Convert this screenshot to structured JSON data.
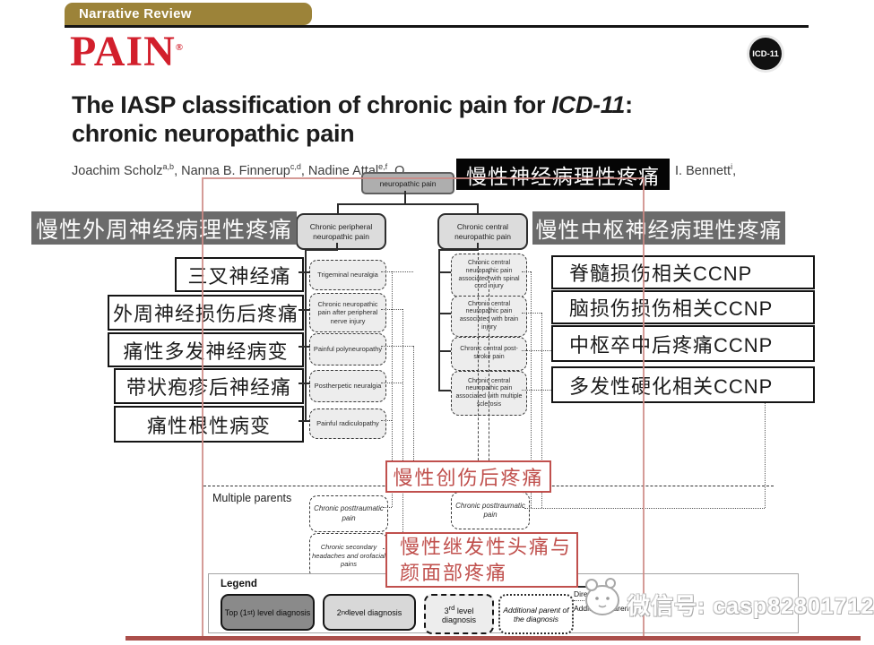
{
  "banner": {
    "label": "Narrative Review"
  },
  "masthead": {
    "journal": "PAIN",
    "registered_mark": "®",
    "badge": "ICD-11"
  },
  "title": {
    "prefix": "The IASP classification of chronic pain for ",
    "italic": "ICD-11",
    "suffix": ":",
    "line2": "chronic neuropathic pain"
  },
  "authors": {
    "a1": {
      "name": "Joachim Scholz",
      "sup": "a,b"
    },
    "a2": {
      "name": ", Nanna B. Finnerup",
      "sup": "c,d"
    },
    "a3": {
      "name": ", Nadine Attal",
      "sup": "e,f"
    },
    "a4": {
      "name": ", Q"
    },
    "a5": {
      "name": "I. Bennett",
      "sup": "i",
      "tail": ","
    }
  },
  "overlays": {
    "root_label": "慢性神经病理性疼痛",
    "left_label": "慢性外周神经病理性疼痛",
    "right_label": "慢性中枢神经病理性疼痛",
    "red_posttraumatic": "慢性创伤后疼痛",
    "red_headache_line1": "慢性继发性头痛与",
    "red_headache_line2": "颜面部疼痛"
  },
  "flowchart": {
    "root": "neuropathic pain",
    "level2_left": "Chronic peripheral neuropathic pain",
    "level2_right": "Chronic central neuropathic pain",
    "left_branch": [
      {
        "en": "Trigeminal neuralgia",
        "zh": "三叉神经痛"
      },
      {
        "en": "Chronic neuropathic pain after peripheral nerve injury",
        "zh": "外周神经损伤后疼痛"
      },
      {
        "en": "Painful polyneuropathy",
        "zh": "痛性多发神经病变"
      },
      {
        "en": "Postherpetic neuralgia",
        "zh": "带状疱疹后神经痛"
      },
      {
        "en": "Painful radiculopathy",
        "zh": "痛性根性病变"
      }
    ],
    "right_branch": [
      {
        "en": "Chronic central neuropathic pain associated with spinal cord injury",
        "zh": "脊髓损伤相关CCNP"
      },
      {
        "en": "Chronic central neuropathic pain associated with brain injury",
        "zh": "脑损伤损伤相关CCNP"
      },
      {
        "en": "Chronic central post-stroke pain",
        "zh": "中枢卒中后疼痛CCNP"
      },
      {
        "en": "Chronic central neuropathic pain associated with multiple sclerosis",
        "zh": "多发性硬化相关CCNP"
      }
    ],
    "multiple_parents": "Multiple parents",
    "posttraumatic": "Chronic posttraumatic pain",
    "headaches": "Chronic secondary headaches and orofacial pains"
  },
  "legend": {
    "title": "Legend",
    "item1": {
      "pre": "Top (1",
      "sup": "st",
      "post": ") level diagnosis"
    },
    "item2": {
      "pre": "2",
      "sup": "nd",
      "post": " level diagnosis"
    },
    "item3": {
      "pre": "3",
      "sup": "rd",
      "post": " level diagnosis"
    },
    "item4": "Additional parent of the diagnosis",
    "direct_parent": "Direct parent",
    "additional_parent": "Additional parent"
  },
  "watermark": {
    "text": "微信号: casp82801712"
  },
  "colors": {
    "accent_red": "#c0504d",
    "journal_red": "#d21f2c",
    "banner_gold": "#9c8339",
    "frame_pink": "#cf8b87",
    "label_gray": "#6b6b6b"
  }
}
